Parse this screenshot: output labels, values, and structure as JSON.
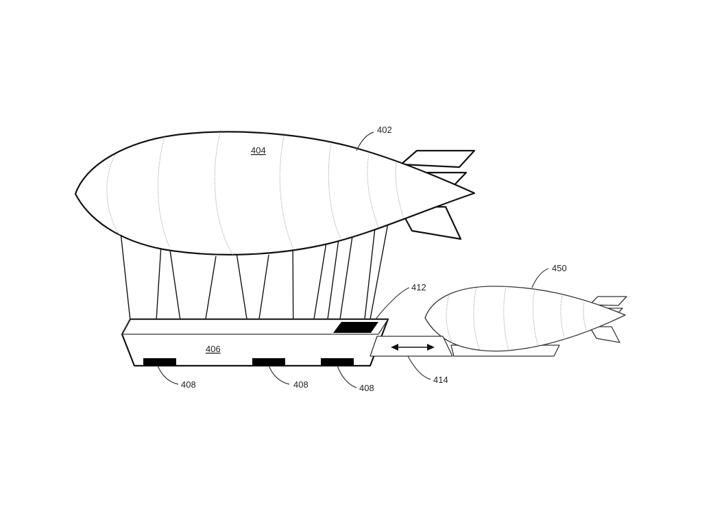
{
  "labels": {
    "main_airship": "402",
    "envelope": "404",
    "fulfillment_center": "406",
    "bay_left": "408",
    "bay_middle": "408",
    "bay_right": "408",
    "dock": "412",
    "shuttle_airship": "450",
    "transfer": "414"
  },
  "colors": {
    "line": "#111111",
    "gore_lines": "#9a9a9a",
    "fill": "#ffffff",
    "solid_blocks": "#000000"
  },
  "icons": {
    "transfer_arrow": "double-headed-arrow"
  }
}
